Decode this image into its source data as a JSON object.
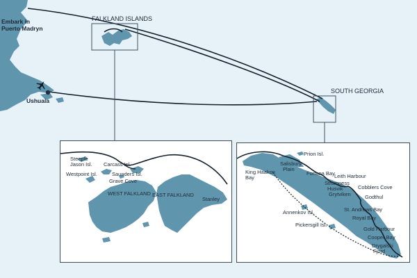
{
  "colors": {
    "sea": "#e6f1f8",
    "land": "#5f96ad",
    "land_dark": "#4a8199",
    "route": "#13202b",
    "frame": "#3c4e5c",
    "panel_bg": "#ffffff"
  },
  "overview": {
    "embark_line1": "Embark in",
    "embark_line2": "Puerto Madryn",
    "ushuaia": "Ushuaia",
    "falklands_title": "FALKLAND ISLANDS",
    "south_georgia_title": "SOUTH GEORGIA",
    "plane_icon": "airplane-icon"
  },
  "falklands_inset": {
    "labels": {
      "steeple_jason_1": "Steeple",
      "steeple_jason_2": "Jason Isl.",
      "carcass": "Carcass Isl.",
      "westpoint": "Westpoint Isl.",
      "saunders": "Saunders Isl.",
      "grave_cove": "Grave Cove",
      "west_falkland": "WEST FALKLAND",
      "east_falkland": "EAST FALKLAND",
      "stanley": "Stanley"
    }
  },
  "south_georgia_inset": {
    "labels": {
      "prion": "Prion Isl.",
      "king_haakon_1": "King Haakon",
      "king_haakon_2": "Bay",
      "salisbury_1": "Salisbury",
      "salisbury_2": "Plain",
      "fortuna": "Fortuna Bay",
      "leith": "Leith Harbour",
      "stromness_1": "Stromness",
      "stromness_2": "Husvik",
      "grytviken": "Grytviken",
      "cobblers": "Cobblers Cove",
      "godthul": "Godthul",
      "annenkov": "Annenkov Isl.",
      "st_andrews": "St. Andrews Bay",
      "royal": "Royal Bay",
      "pickersgill": "Pickersgill Isl.",
      "gold": "Gold Harbour",
      "cooper": "Cooper Bay",
      "drygalski_1": "Drygalski",
      "drygalski_2": "Fjord"
    }
  }
}
